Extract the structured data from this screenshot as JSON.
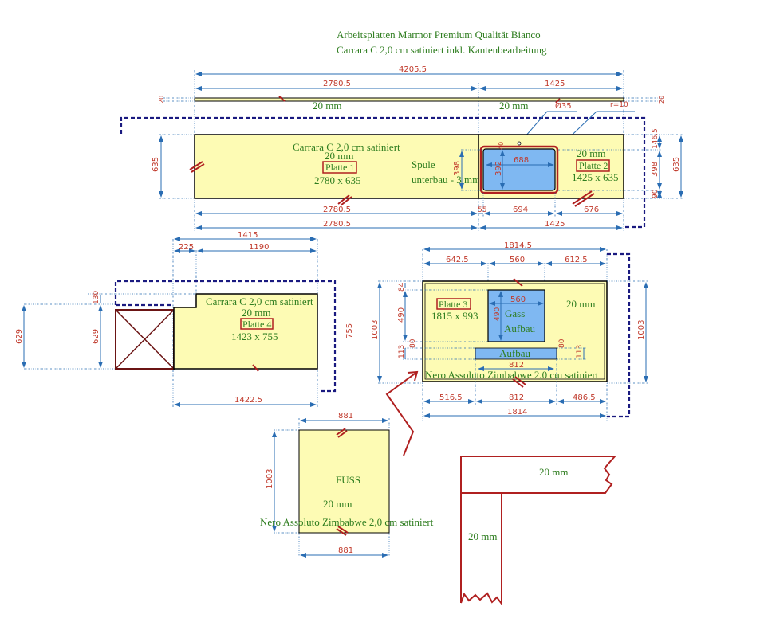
{
  "title": {
    "line1": "Arbeitsplatten Marmor Premium Qualität Bianco",
    "line2": "Carrara C 2,0 cm satiniert inkl. Kantenbearbeitung"
  },
  "colors": {
    "slab": "#fdfbb4",
    "sink": "#7fb8f2",
    "dimension_line": "#2a6db3",
    "dimension_text": "#c0392b",
    "label_text": "#2e7d1f",
    "outline_red": "#b02020",
    "wall_dashed": "#1a1a80"
  },
  "top_section": {
    "dim_overall": "4205.5",
    "dim_left_top": "2780.5",
    "dim_right_top": "1425",
    "edge_thickness_left": "20",
    "edge_thickness_right": "20",
    "edge_label_left": "20 mm",
    "edge_label_right": "20 mm",
    "hole_diameter": "Ø35",
    "corner_radius": "r=10",
    "plate1": {
      "material": "Carrara C 2,0 cm satiniert",
      "thickness": "20 mm",
      "name": "Platte 1",
      "size": "2780 x 635",
      "height_dim": "635",
      "bottom_dim_1": "2780.5",
      "bottom_dim_2": "2780.5"
    },
    "sink_note": {
      "line1": "Spule",
      "line2": "unterbau - 3 mm"
    },
    "sink": {
      "width": "688",
      "height": "392",
      "offset_top": "40",
      "cutout_height": "398"
    },
    "plate2": {
      "thickness": "20 mm",
      "name": "Platte 2",
      "size": "1425 x 635",
      "right_dims": [
        "146.5",
        "398",
        "90"
      ],
      "height_dim": "635",
      "bottom_dims": [
        "55",
        "694",
        "676"
      ],
      "bottom_total": "1425"
    }
  },
  "plate4": {
    "dim_total": "1415",
    "dim_notch": "225",
    "dim_rest": "1190",
    "dim_notch_height": "130",
    "dim_left_outer": "629",
    "dim_left_inner": "629",
    "dim_right": "755",
    "dim_bottom": "1422.5",
    "material": "Carrara C 2,0 cm satiniert",
    "thickness": "20 mm",
    "name": "Platte 4",
    "size": "1423 x 755"
  },
  "plate3": {
    "dim_total_top": "1814.5",
    "dim_top_left": "642.5",
    "dim_top_mid": "560",
    "dim_top_right": "612.5",
    "dim_left_84": "84",
    "dim_left_490": "490",
    "dim_left_outer": "1003",
    "dim_left_113": "113",
    "dim_left_80": "80",
    "dim_right_80": "80",
    "dim_right_113": "113",
    "dim_right_outer": "1003",
    "name": "Platte 3",
    "size": "1815 x 993",
    "thickness": "20 mm",
    "cooktop": {
      "width": "560",
      "height": "490",
      "line1": "Gass",
      "line2": "Aufbau"
    },
    "strip": {
      "label": "Aufbau",
      "width": "812"
    },
    "material": "Nero Assoluto Zimbabwe 2,0 cm satiniert",
    "bottom_dims": [
      "516.5",
      "812",
      "486.5"
    ],
    "bottom_total": "1814"
  },
  "fuss": {
    "dim_top": "881",
    "dim_bottom": "881",
    "dim_height": "1003",
    "name": "FUSS",
    "thickness": "20 mm",
    "material": "Nero Assoluto Zimbabwe 2,0 cm satiniert"
  },
  "edge_detail": {
    "horizontal_label": "20 mm",
    "vertical_label": "20 mm"
  }
}
